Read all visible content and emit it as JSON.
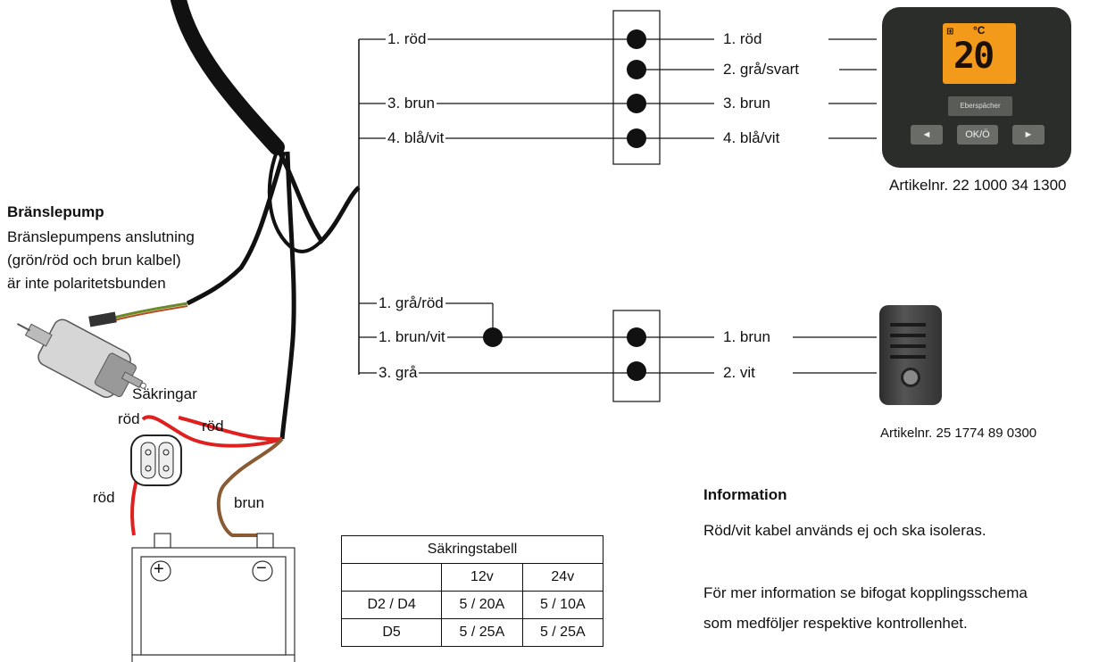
{
  "top_group": {
    "left_labels": [
      "1. röd",
      "3. brun",
      "4. blå/vit"
    ],
    "right_labels": [
      "1. röd",
      "2. grå/svart",
      "3. brun",
      "4. blå/vit"
    ]
  },
  "bottom_group": {
    "left_labels": [
      "1. grå/röd",
      "1. brun/vit",
      "3. grå"
    ],
    "right_labels": [
      "1. brun",
      "2. vit"
    ]
  },
  "controller": {
    "article": "Artikelnr. 22 1000 34 1300",
    "lcd_value": "20",
    "lcd_unit": "°C",
    "lcd_symbol": "⊞",
    "brand": "Eberspächer",
    "buttons": [
      "◄",
      "OK/Ö",
      "►"
    ]
  },
  "sensor": {
    "article": "Artikelnr. 25 1774 89 0300"
  },
  "pump": {
    "title": "Bränslepump",
    "lines": [
      "Bränslepumpens anslutning",
      "(grön/röd och brun kalbel)",
      "är inte polaritetsbunden"
    ]
  },
  "fuses": {
    "title": "Säkringar",
    "wire_red": "röd",
    "wire_brown": "brun"
  },
  "battery": {
    "plus": "+",
    "minus": "−"
  },
  "fuse_table": {
    "title": "Säkringstabell",
    "headers": [
      "",
      "12v",
      "24v"
    ],
    "rows": [
      [
        "D2 / D4",
        "5 / 20A",
        "5 / 10A"
      ],
      [
        "D5",
        "5 / 25A",
        "5 / 25A"
      ]
    ]
  },
  "information": {
    "title": "Information",
    "lines": [
      "Röd/vit kabel används ej och ska isoleras.",
      "",
      "För mer information se bifogat kopplingsschema",
      "som medföljer respektive kontrollenhet."
    ]
  },
  "colors": {
    "wire_red": "#e0201e",
    "wire_brown": "#8a5a32",
    "cable": "#111111",
    "lcd": "#f39a1a"
  }
}
